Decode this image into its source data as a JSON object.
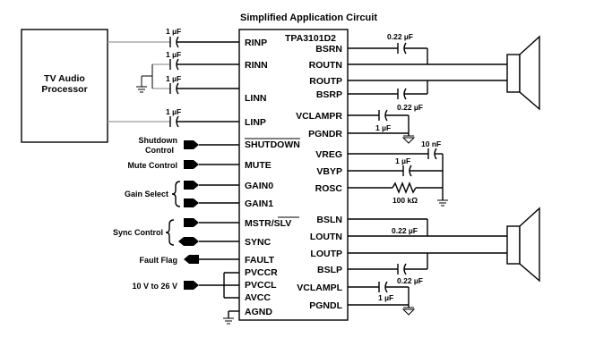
{
  "title": "Simplified Application Circuit",
  "chip": {
    "name": "TPA3101D2"
  },
  "processor": {
    "line1": "TV Audio",
    "line2": "Processor"
  },
  "left_pins": {
    "rinp": "RINP",
    "rinn": "RINN",
    "linn": "LINN",
    "linp": "LINP",
    "shutdown": "SHUTDOWN",
    "mute": "MUTE",
    "gain0": "GAIN0",
    "gain1": "GAIN1",
    "mstr": "MSTR/",
    "slv": "SLV",
    "sync": "SYNC",
    "fault": "FAULT",
    "pvccr": "PVCCR",
    "pvccl": "PVCCL",
    "avcc": "AVCC",
    "agnd": "AGND"
  },
  "right_pins": {
    "bsrn": "BSRN",
    "routn": "ROUTN",
    "routp": "ROUTP",
    "bsrp": "BSRP",
    "vclampr": "VCLAMPR",
    "pgndr": "PGNDR",
    "vreg": "VREG",
    "vbyp": "VBYP",
    "rosc": "ROSC",
    "bsln": "BSLN",
    "loutn": "LOUTN",
    "loutp": "LOUTP",
    "bslp": "BSLP",
    "vclampl": "VCLAMPL",
    "pgndl": "PGNDL"
  },
  "controls": {
    "shutdown_1": "Shutdown",
    "shutdown_2": "Control",
    "mute": "Mute Control",
    "gain": "Gain Select",
    "sync": "Sync Control",
    "fault": "Fault Flag",
    "supply": "10 V to 26 V"
  },
  "components": {
    "c_rinp": "1 µF",
    "c_rinn": "1 µF",
    "c_linn": "1 µF",
    "c_linp": "1 µF",
    "c_bsr": "0.22 µF",
    "c_vclampr": "0.22 µF",
    "c_vclampr_2": "1 µF",
    "c_vreg": "10 nF",
    "c_vbyp": "1 µF",
    "r_rosc": "100 kΩ",
    "c_bsl": "0.22 µF",
    "c_vclampl": "0.22 µF",
    "c_vclampl_2": "1 µF"
  }
}
